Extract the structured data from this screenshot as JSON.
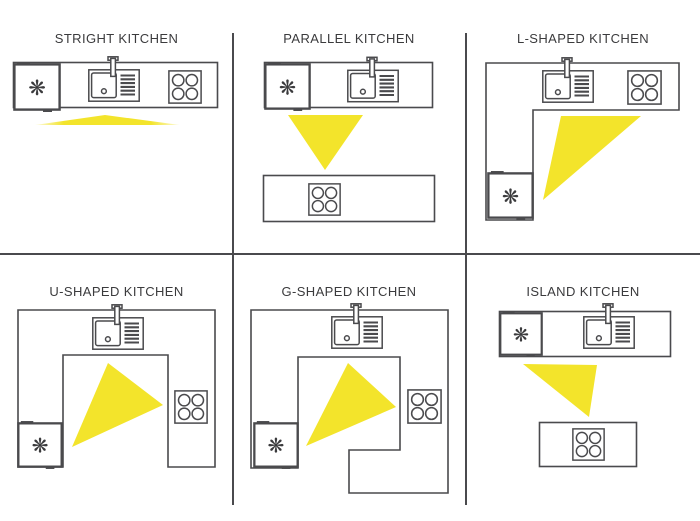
{
  "diagram_type": "kitchen-work-triangle-layouts",
  "panels": [
    {
      "title": "STRIGHT KITCHEN",
      "layout": "straight",
      "appliances": [
        "refrigerator",
        "sink",
        "stove"
      ],
      "work_triangle": true
    },
    {
      "title": "PARALLEL KITCHEN",
      "layout": "parallel",
      "appliances": [
        "refrigerator",
        "sink",
        "stove"
      ],
      "work_triangle": true
    },
    {
      "title": "L-SHAPED KITCHEN",
      "layout": "l-shaped",
      "appliances": [
        "refrigerator",
        "sink",
        "stove"
      ],
      "work_triangle": true
    },
    {
      "title": "U-SHAPED KITCHEN",
      "layout": "u-shaped",
      "appliances": [
        "refrigerator",
        "sink",
        "stove"
      ],
      "work_triangle": true
    },
    {
      "title": "G-SHAPED KITCHEN",
      "layout": "g-shaped",
      "appliances": [
        "refrigerator",
        "sink",
        "stove"
      ],
      "work_triangle": true
    },
    {
      "title": "ISLAND KITCHEN",
      "layout": "island",
      "appliances": [
        "refrigerator",
        "sink",
        "stove"
      ],
      "work_triangle": true
    }
  ],
  "glyphs": {
    "snowflake": "❋"
  },
  "icons": [
    "snowflake-refrigerator-icon",
    "sink-basin-icon",
    "four-burner-stove-icon",
    "work-triangle"
  ],
  "colors": {
    "work_triangle": "#F3E42B",
    "outline": "#4A4A4D",
    "title_text": "#3B3B3D",
    "background": "#FFFFFF"
  }
}
